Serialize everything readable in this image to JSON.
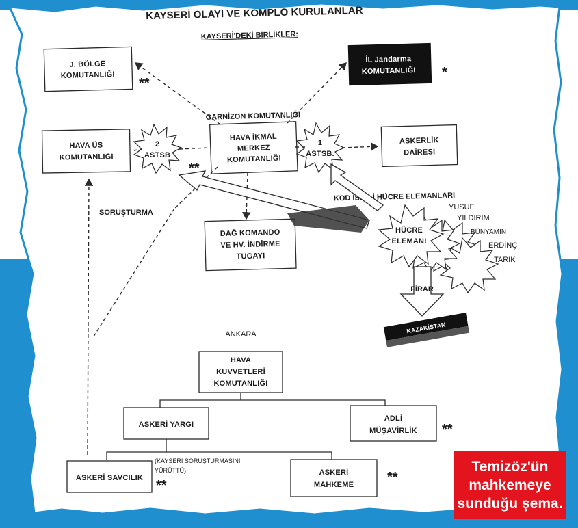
{
  "title": "KAYSERİ OLAYI VE KOMPLO KURULANLAR",
  "subtitle": "KAYSERİ'DEKİ BİRLİKLER:",
  "nodes": {
    "jandarma_bolge": [
      "J. BÖLGE",
      "KOMUTANLIĞI"
    ],
    "il_jandarma": [
      "İL Jandarma",
      "KOMUTANLIĞI"
    ],
    "garnizon": "GARNİZON KOMUTANLIĞI",
    "hava_us": [
      "HAVA ÜS",
      "KOMUTANLIĞI"
    ],
    "hava_ikmal": [
      "HAVA İKMAL",
      "MERKEZ",
      "KOMUTANLIĞI"
    ],
    "askerlik_dairesi": [
      "ASKERLİK",
      "DAİRESİ"
    ],
    "dag_komando": [
      "DAĞ KOMANDO",
      "VE HV. İNDİRME",
      "TUGAYI"
    ],
    "hava_kuvvetleri": [
      "HAVA",
      "KUVVETLERİ",
      "KOMUTANLIĞI"
    ],
    "askeri_yargi": "ASKERİ YARGI",
    "adli_musavirlik": [
      "ADLİ",
      "MÜŞAVİRLİK"
    ],
    "askeri_savcilik": "ASKERİ SAVCILIK",
    "askeri_mahkeme": [
      "ASKERİ",
      "MAHKEME"
    ]
  },
  "stars": {
    "astsb2": [
      "2",
      "ASTSB"
    ],
    "astsb1": [
      "1",
      "ASTSB."
    ],
    "hucre": [
      "HÜCRE",
      "ELEMANI"
    ]
  },
  "labels": {
    "kod_isimli": "KOD İSİMLİ HÜCRE ELEMANLARI",
    "names": [
      "YUSUF",
      "YILDIRIM",
      "BÜNYAMİN",
      "ERDİNÇ",
      "TARIK"
    ],
    "sorusturma": "SORUŞTURMA",
    "firar": "FİRAR",
    "kazakistan": "KAZAKİSTAN",
    "ankara": "ANKARA",
    "savcilik_note": [
      "(KAYSERİ SORUŞTURMASINI",
      "YÜRÜTTÜ)"
    ],
    "double_star": "**"
  },
  "caption": [
    "Temizöz'ün",
    "mahkemeye",
    "sunduğu şema."
  ],
  "colors": {
    "accent_blue": "#1f8fcf",
    "caption_red": "#e3141d",
    "il_jandarma_box": "#111111"
  }
}
